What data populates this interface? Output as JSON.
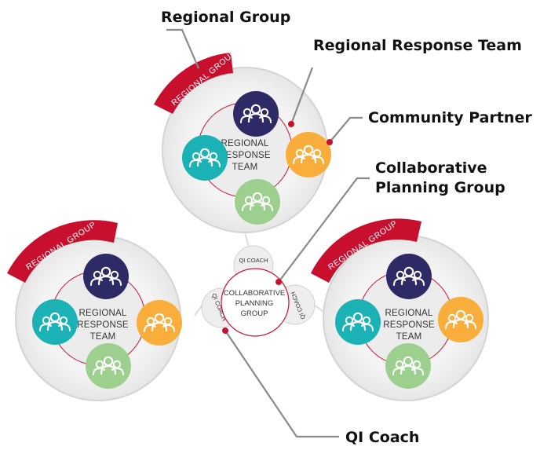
{
  "callouts": {
    "regional_group": "Regional Group",
    "regional_response_team": "Regional Response Team",
    "community_partner": "Community Partner",
    "collaborative_planning_group_line1": "Collaborative",
    "collaborative_planning_group_line2": "Planning Group",
    "qi_coach": "QI Coach"
  },
  "cluster_labels": {
    "banner": "REGIONAL GROUP",
    "team_line1": "REGIONAL",
    "team_line2": "RESPONSE",
    "team_line3": "TEAM"
  },
  "center": {
    "line1": "COLLABORATIVE",
    "line2": "PLANNING",
    "line3": "GROUP"
  },
  "coach_label": "QI COACH",
  "colors": {
    "navy": "#2E2A66",
    "teal": "#1AB2B5",
    "orange": "#F9AE3B",
    "green": "#9DD08F",
    "red": "#C8102E",
    "gray": "#8A8A8A"
  },
  "icons": {
    "group": "people-group-icon"
  }
}
